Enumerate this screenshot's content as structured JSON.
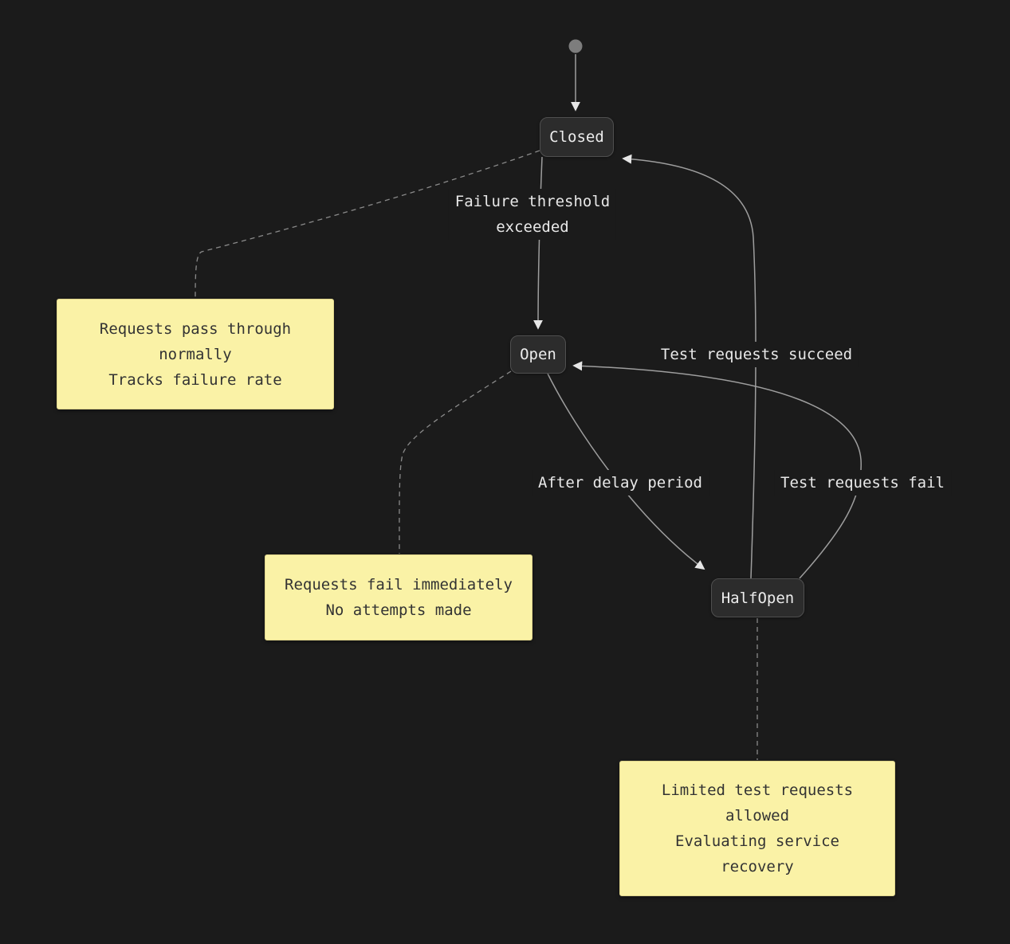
{
  "diagram": {
    "kind": "state-diagram",
    "subject": "Circuit breaker states"
  },
  "colors": {
    "background": "#1b1b1b",
    "state_fill": "#2c2c2c",
    "state_border": "#4f4f4f",
    "state_text": "#ececec",
    "edge_stroke": "#9e9e9e",
    "arrowhead": "#e6e6e6",
    "edge_label_text": "#e8e8e8",
    "note_fill": "#faf2a6",
    "note_border": "#dfd58c",
    "note_text": "#333333",
    "initial_dot": "#7d7d7d"
  },
  "states": [
    {
      "id": "Closed",
      "label": "Closed"
    },
    {
      "id": "Open",
      "label": "Open"
    },
    {
      "id": "HalfOpen",
      "label": "HalfOpen"
    }
  ],
  "transitions": [
    {
      "from": "[*]",
      "to": "Closed",
      "label": ""
    },
    {
      "from": "Closed",
      "to": "Open",
      "label": "Failure threshold exceeded",
      "label_lines": [
        "Failure threshold",
        "exceeded"
      ]
    },
    {
      "from": "Open",
      "to": "HalfOpen",
      "label": "After delay period"
    },
    {
      "from": "HalfOpen",
      "to": "Closed",
      "label": "Test requests succeed"
    },
    {
      "from": "HalfOpen",
      "to": "Open",
      "label": "Test requests fail"
    }
  ],
  "notes": [
    {
      "attached_to": "Closed",
      "lines": [
        "Requests pass through",
        "normally",
        "Tracks failure rate"
      ]
    },
    {
      "attached_to": "Open",
      "lines": [
        "Requests fail immediately",
        "No attempts made"
      ]
    },
    {
      "attached_to": "HalfOpen",
      "lines": [
        "Limited test requests",
        "allowed",
        "Evaluating service",
        "recovery"
      ]
    }
  ]
}
